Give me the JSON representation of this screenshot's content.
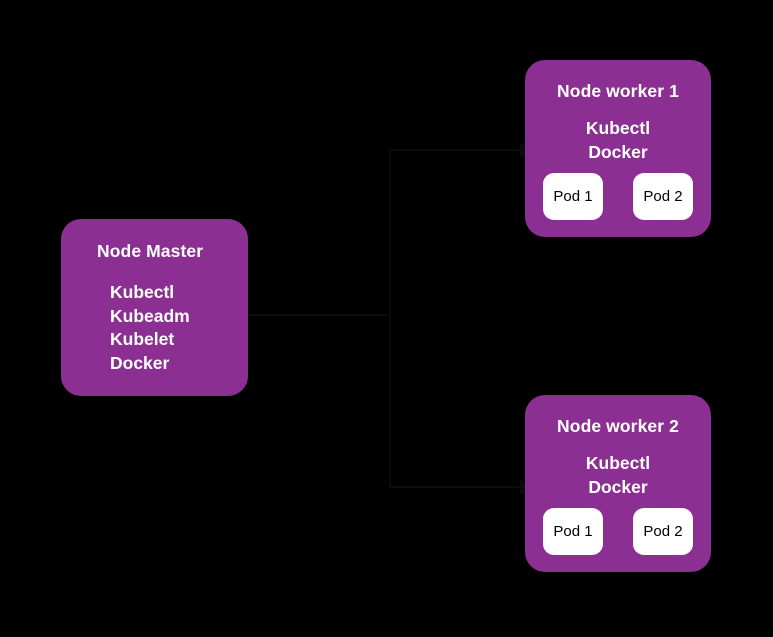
{
  "diagram": {
    "background_color": "#000000",
    "node_fill_color": "#8c2f93",
    "node_text_color": "#ffffff",
    "pod_fill_color": "#ffffff",
    "pod_text_color": "#000000",
    "connector_color": "#0b0b0b"
  },
  "master": {
    "title": "Node Master",
    "components": "Kubectl\nKubeadm\nKubelet\nDocker",
    "components_list": [
      "Kubectl",
      "Kubeadm",
      "Kubelet",
      "Docker"
    ]
  },
  "workers": [
    {
      "title": "Node worker 1",
      "components": "Kubectl\nDocker",
      "components_list": [
        "Kubectl",
        "Docker"
      ],
      "pods": [
        {
          "label": "Pod 1"
        },
        {
          "label": "Pod 2"
        }
      ]
    },
    {
      "title": "Node worker 2",
      "components": "Kubectl\nDocker",
      "components_list": [
        "Kubectl",
        "Docker"
      ],
      "pods": [
        {
          "label": "Pod 1"
        },
        {
          "label": "Pod 2"
        }
      ]
    }
  ]
}
